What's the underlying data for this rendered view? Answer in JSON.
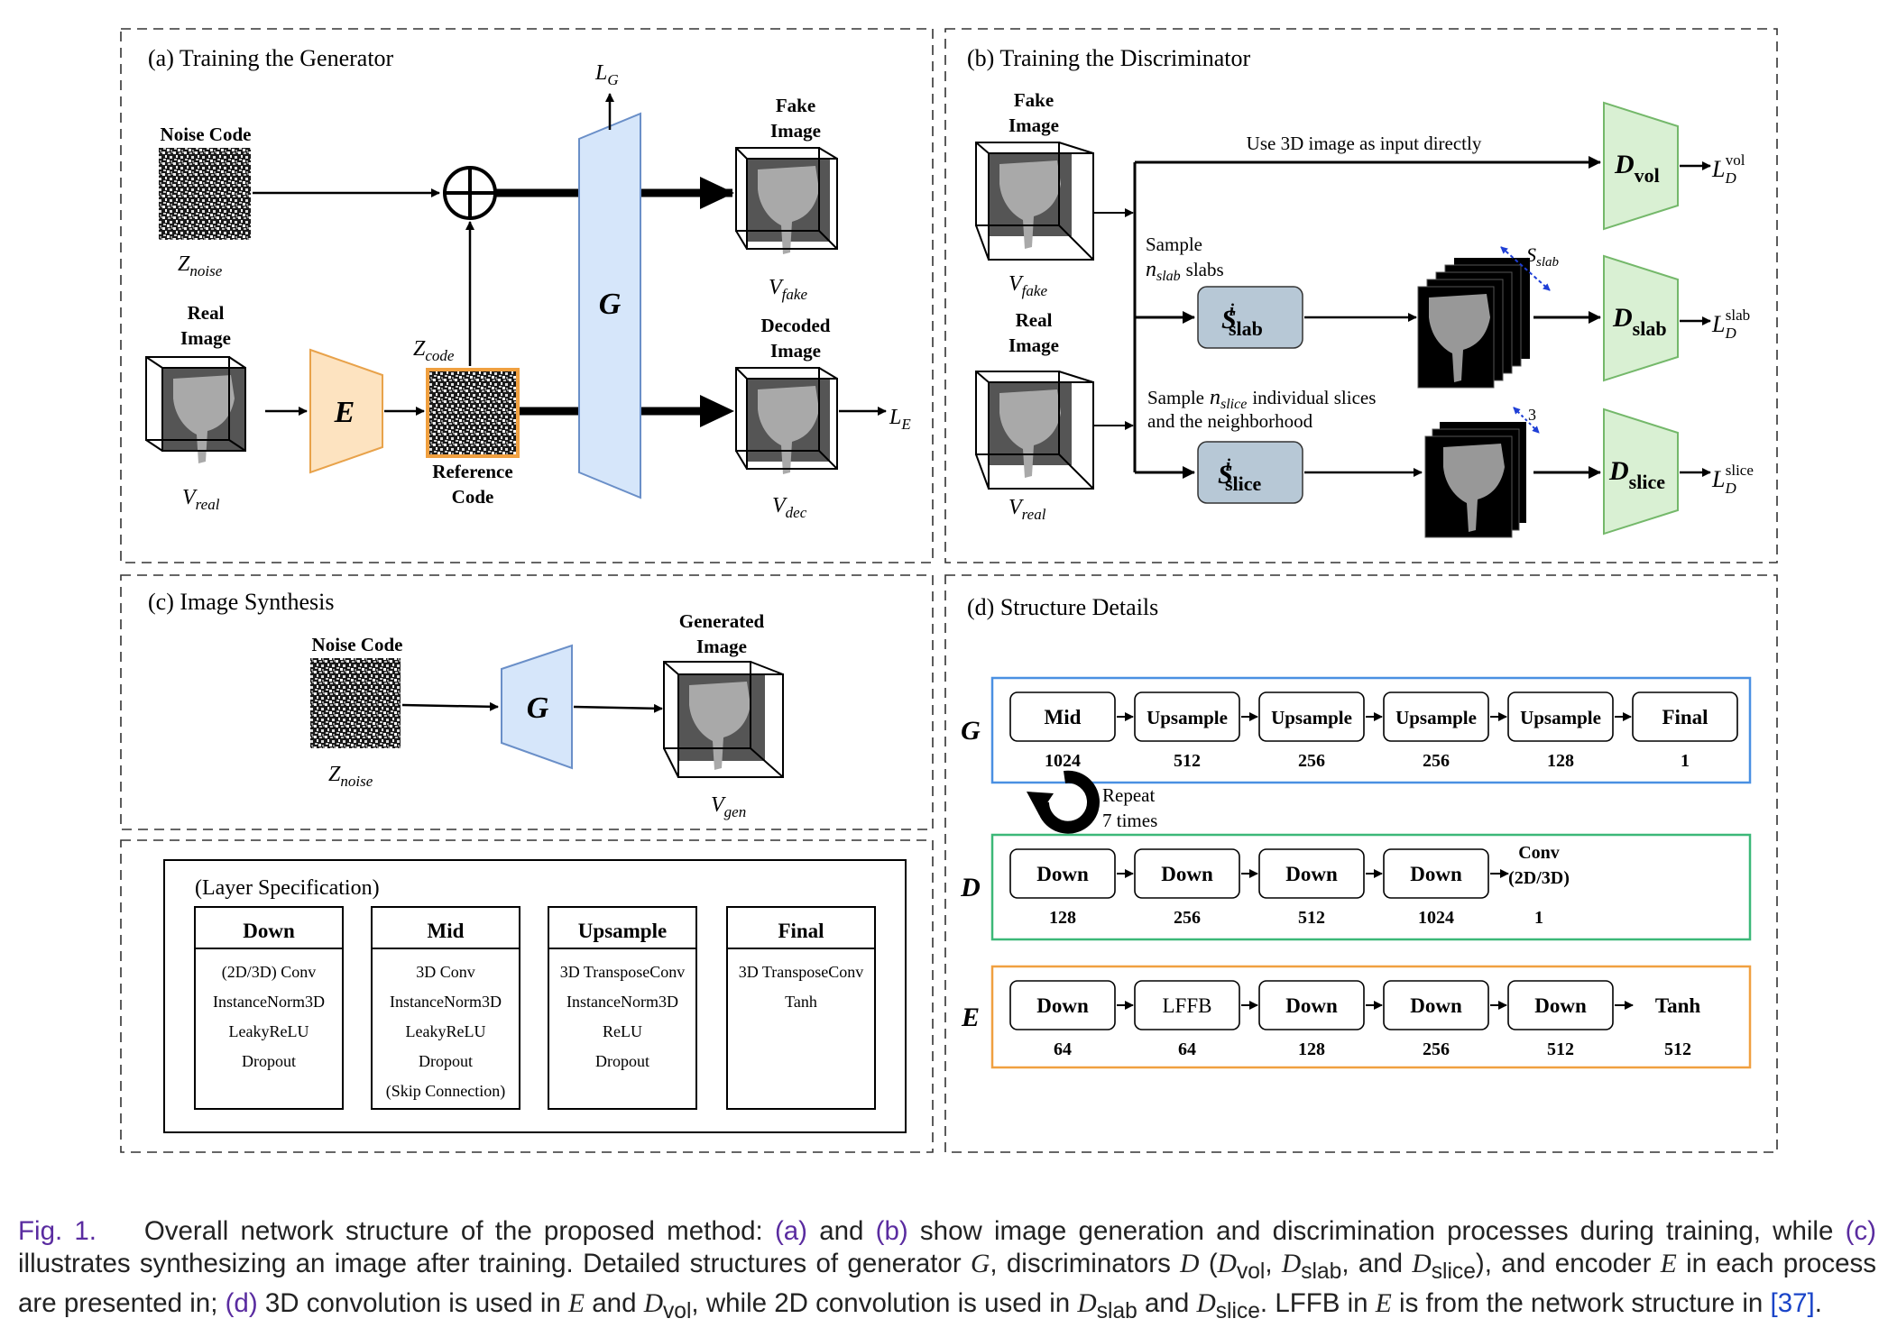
{
  "panels": {
    "a": {
      "title": "(a) Training the Generator",
      "noise_code": "Noise Code",
      "z_noise": "Z",
      "z_noise_sub": "noise",
      "real_image": [
        "Real",
        "Image"
      ],
      "v_real": "V",
      "v_real_sub": "real",
      "encoder": "E",
      "z_code": "Z",
      "z_code_sub": "code",
      "reference_code": [
        "Reference",
        "Code"
      ],
      "generator": "G",
      "loss_g": "L",
      "loss_g_sub": "G",
      "fake_image": [
        "Fake",
        "Image"
      ],
      "v_fake": "V",
      "v_fake_sub": "fake",
      "decoded_image": [
        "Decoded",
        "Image"
      ],
      "v_dec": "V",
      "v_dec_sub": "dec",
      "loss_e": "L",
      "loss_e_sub": "E"
    },
    "b": {
      "title": "(b) Training the Discriminator",
      "fake_image": [
        "Fake",
        "Image"
      ],
      "v_fake": "V",
      "v_fake_sub": "fake",
      "real_image": [
        "Real",
        "Image"
      ],
      "v_real": "V",
      "v_real_sub": "real",
      "direct_label": "Use 3D image as input directly",
      "sample_slab": [
        "Sample",
        "slabs"
      ],
      "n_slab": "n",
      "n_slab_sub": "slab",
      "sample_slice": [
        "Sample",
        "individual slices",
        "and the neighborhood"
      ],
      "n_slice": "n",
      "n_slice_sub": "slice",
      "s_slab": "S",
      "s_slab_sup": "i",
      "s_slab_sub": "slab",
      "s_slice": "S",
      "s_slice_sup": "i",
      "s_slice_sub": "slice",
      "slab_size": "S",
      "slab_size_sub": "slab",
      "slice_count": "3",
      "d_vol": "D",
      "d_vol_sub": "vol",
      "d_slab": "D",
      "d_slab_sub": "slab",
      "d_slice": "D",
      "d_slice_sub": "slice",
      "loss_vol": "L",
      "loss_vol_sub": "D",
      "loss_vol_sup": "vol",
      "loss_slab": "L",
      "loss_slab_sub": "D",
      "loss_slab_sup": "slab",
      "loss_slice": "L",
      "loss_slice_sub": "D",
      "loss_slice_sup": "slice"
    },
    "c": {
      "title": "(c) Image Synthesis",
      "noise_code": "Noise Code",
      "z_noise": "Z",
      "z_noise_sub": "noise",
      "generator": "G",
      "generated_image": [
        "Generated",
        "Image"
      ],
      "v_gen": "V",
      "v_gen_sub": "gen"
    },
    "d": {
      "title": "(d) Structure Details",
      "rows": [
        {
          "label": "G",
          "color": "#4a90e2",
          "blocks": [
            {
              "name": "Mid",
              "value": "1024"
            },
            {
              "name": "Upsample",
              "value": "512"
            },
            {
              "name": "Upsample",
              "value": "256"
            },
            {
              "name": "Upsample",
              "value": "256"
            },
            {
              "name": "Upsample",
              "value": "128"
            },
            {
              "name": "Final",
              "value": "1"
            }
          ]
        },
        {
          "label": "D",
          "color": "#3cb878",
          "blocks": [
            {
              "name": "Down",
              "value": "128"
            },
            {
              "name": "Down",
              "value": "256"
            },
            {
              "name": "Down",
              "value": "512"
            },
            {
              "name": "Down",
              "value": "1024"
            }
          ],
          "tail": {
            "name": [
              "Conv",
              "(2D/3D)"
            ],
            "value": "1"
          }
        },
        {
          "label": "E",
          "color": "#f0a040",
          "blocks": [
            {
              "name": "Down",
              "value": "64"
            },
            {
              "name": "LFFB",
              "value": "64"
            },
            {
              "name": "Down",
              "value": "128"
            },
            {
              "name": "Down",
              "value": "256"
            },
            {
              "name": "Down",
              "value": "512"
            }
          ],
          "tail": {
            "name": [
              "Tanh"
            ],
            "value": "512"
          }
        }
      ],
      "repeat": [
        "Repeat",
        "7 times"
      ]
    },
    "spec": {
      "title": "(Layer Specification)",
      "cards": [
        {
          "name": "Down",
          "items": [
            "(2D/3D) Conv",
            "InstanceNorm3D",
            "LeakyReLU",
            "Dropout"
          ]
        },
        {
          "name": "Mid",
          "items": [
            "3D Conv",
            "InstanceNorm3D",
            "LeakyReLU",
            "Dropout",
            "(Skip Connection)"
          ]
        },
        {
          "name": "Upsample",
          "items": [
            "3D TransposeConv",
            "InstanceNorm3D",
            "ReLU",
            "Dropout"
          ]
        },
        {
          "name": "Final",
          "items": [
            "3D TransposeConv",
            "Tanh"
          ]
        }
      ]
    }
  },
  "caption": {
    "fig": "Fig. 1.",
    "p1": "Overall network structure of the proposed method: ",
    "a": "(a)",
    "p2": " and ",
    "b": "(b)",
    "p3": " show image generation and discrimination processes during training, while ",
    "c": "(c)",
    "p4": " illustrates synthesizing an image after training. Detailed structures of generator ",
    "G": "G",
    "p5": ", discriminators ",
    "D": "D",
    "p6": " (",
    "p7": ", ",
    "p8": ", and ",
    "p9": "), and encoder ",
    "E": "E",
    "p10": " in each process are presented in; ",
    "d": "(d)",
    "p11": " 3D convolution is used in ",
    "p12": " and ",
    "p13": ", while 2D convolution is used in ",
    "p14": " and ",
    "p15": ". LFFB in ",
    "p16": " is from the network structure in ",
    "ref": "[37]",
    "p17": ".",
    "sub_vol": "vol",
    "sub_slab": "slab",
    "sub_slice": "slice"
  },
  "colors": {
    "encoder_fill": "#fde3c0",
    "encoder_stroke": "#e8a24a",
    "generator_fill": "#d6e6fa",
    "generator_stroke": "#6a8fc8",
    "disc_fill": "#d9f0d3",
    "disc_stroke": "#74b86a",
    "sampler_fill": "#b7c8d6",
    "reference_border": "#f0a040"
  }
}
